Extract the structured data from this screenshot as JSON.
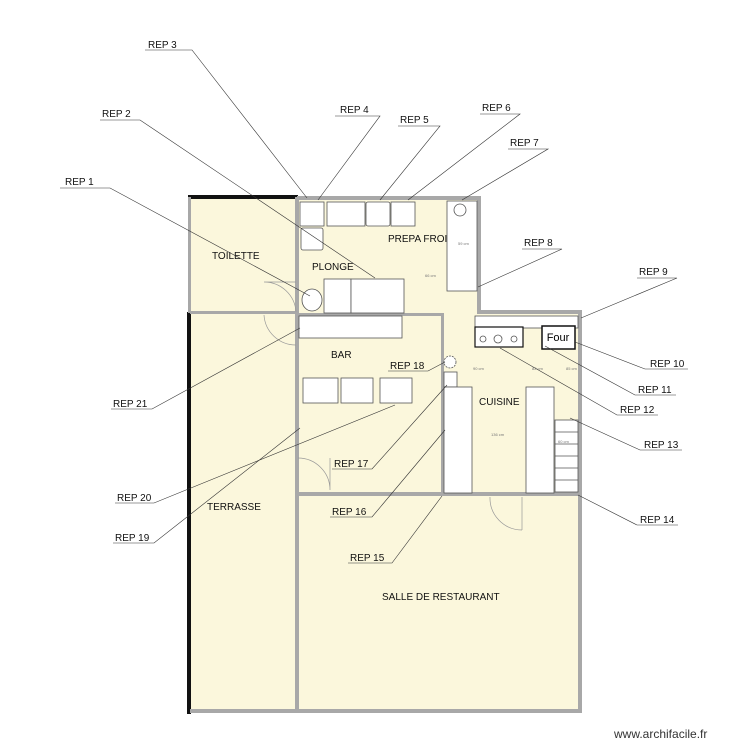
{
  "rooms": {
    "toilette": "TOILETTE",
    "plonge": "PLONGE",
    "prepa_froid": "PREPA FROI",
    "bar": "BAR",
    "cuisine": "CUISINE",
    "terrasse": "TERRASSE",
    "salle": "SALLE DE RESTAURANT"
  },
  "appliances": {
    "four": "Four"
  },
  "dimensions": [
    "66 cm",
    "59 cm",
    "90 cm",
    "82 cm",
    "85 cm",
    "136 cm",
    "60 cm"
  ],
  "references": [
    "REP 1",
    "REP 2",
    "REP 3",
    "REP 4",
    "REP 5",
    "REP 6",
    "REP 7",
    "REP 8",
    "REP 9",
    "REP 10",
    "REP 11",
    "REP 12",
    "REP 13",
    "REP 14",
    "REP 15",
    "REP 16",
    "REP 17",
    "REP 18",
    "REP 19",
    "REP 20",
    "REP 21"
  ],
  "watermark": "www.archifacile.fr",
  "colors": {
    "floor": "#fbf7dc",
    "wall": "#a8a8a8"
  }
}
